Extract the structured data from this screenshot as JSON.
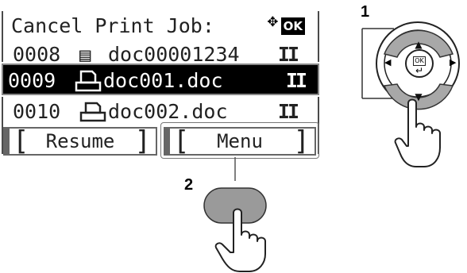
{
  "screen": {
    "title": "Cancel Print Job:",
    "nav_icon": "four-way-arrow-icon",
    "ok_badge": "OK",
    "jobs": [
      {
        "number": "0008",
        "name": "doc00001234",
        "icon": "multi-page-document-icon",
        "status": "II",
        "selected": false
      },
      {
        "number": "0009",
        "name": "doc001.doc",
        "icon": "printer-document-icon",
        "status": "II",
        "selected": true
      },
      {
        "number": "0010",
        "name": "doc002.doc",
        "icon": "printer-document-icon",
        "status": "II",
        "selected": false
      }
    ],
    "softkeys": {
      "left": "Resume",
      "right": "Menu"
    }
  },
  "panel": {
    "up_key": "▲",
    "down_key": "▼",
    "left_key": "◀",
    "right_key": "▶",
    "ok_key": "OK",
    "enter_glyph": "↵"
  },
  "callouts": {
    "step1": "1",
    "step2": "2"
  }
}
